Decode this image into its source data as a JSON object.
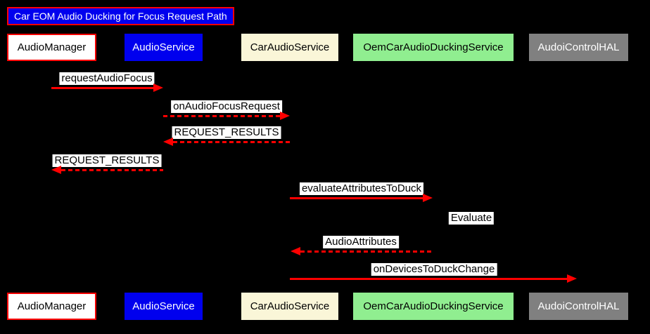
{
  "title": "Car EOM Audio Ducking for Focus Request Path",
  "participants": [
    {
      "id": "audio-manager",
      "label": "AudioManager",
      "bg": "#ffffff",
      "text_color": "#000000",
      "border": "#ff0000"
    },
    {
      "id": "audio-service",
      "label": "AudioService",
      "bg": "#0000ee",
      "text_color": "#ffffff"
    },
    {
      "id": "car-audio-service",
      "label": "CarAudioService",
      "bg": "#faf6d8",
      "text_color": "#000000"
    },
    {
      "id": "oem-car-audio-ducking-service",
      "label": "OemCarAudioDuckingService",
      "bg": "#90ee90",
      "text_color": "#000000"
    },
    {
      "id": "audoi-control-hal",
      "label": "AudoiControlHAL",
      "bg": "#808080",
      "text_color": "#ffffff"
    }
  ],
  "messages": [
    {
      "label": "requestAudioFocus",
      "from": "AudioManager",
      "to": "AudioService",
      "line": "solid",
      "direction": "right"
    },
    {
      "label": "onAudioFocusRequest",
      "from": "AudioService",
      "to": "CarAudioService",
      "line": "dashed",
      "direction": "right"
    },
    {
      "label": "REQUEST_RESULTS",
      "from": "CarAudioService",
      "to": "AudioService",
      "line": "dashed",
      "direction": "left"
    },
    {
      "label": "REQUEST_RESULTS",
      "from": "AudioService",
      "to": "AudioManager",
      "line": "dashed",
      "direction": "left"
    },
    {
      "label": "evaluateAttributesToDuck",
      "from": "CarAudioService",
      "to": "OemCarAudioDuckingService",
      "line": "solid",
      "direction": "right"
    },
    {
      "label": "Evaluate",
      "from": "OemCarAudioDuckingService",
      "to": "OemCarAudioDuckingService",
      "line": "none",
      "direction": "self"
    },
    {
      "label": "AudioAttributes",
      "from": "OemCarAudioDuckingService",
      "to": "CarAudioService",
      "line": "dashed",
      "direction": "left"
    },
    {
      "label": "onDevicesToDuckChange",
      "from": "CarAudioService",
      "to": "AudoiControlHAL",
      "line": "solid",
      "direction": "right"
    }
  ],
  "colors": {
    "background": "#000000",
    "arrow": "#ff0000",
    "message_label_bg": "#ffffff",
    "message_label_text": "#000000",
    "title_bg": "#0000ee",
    "title_border": "#ff0000",
    "title_text": "#ffffff"
  }
}
